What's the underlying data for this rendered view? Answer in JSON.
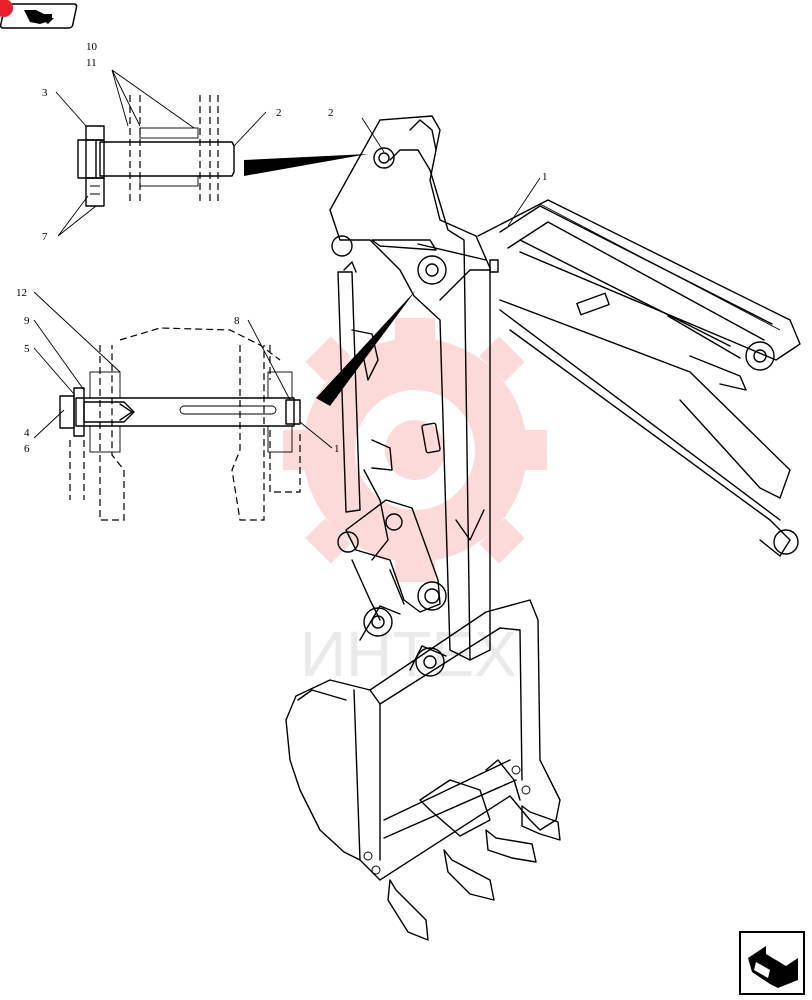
{
  "watermark": {
    "text": "ИНТЕХ",
    "color": "#f02020"
  },
  "nav_icons": {
    "top": {
      "icon": "page-back-arrow-icon",
      "marker_color": "#e8202a"
    },
    "bottom": {
      "icon": "page-next-arrow-icon"
    }
  },
  "callouts": {
    "c10": "10",
    "c11": "11",
    "c3": "3",
    "c2a": "2",
    "c7": "7",
    "c2b": "2",
    "c1a": "1",
    "c12": "12",
    "c9": "9",
    "c8": "8",
    "c5": "5",
    "c4": "4",
    "c6": "6",
    "c1b": "1"
  }
}
